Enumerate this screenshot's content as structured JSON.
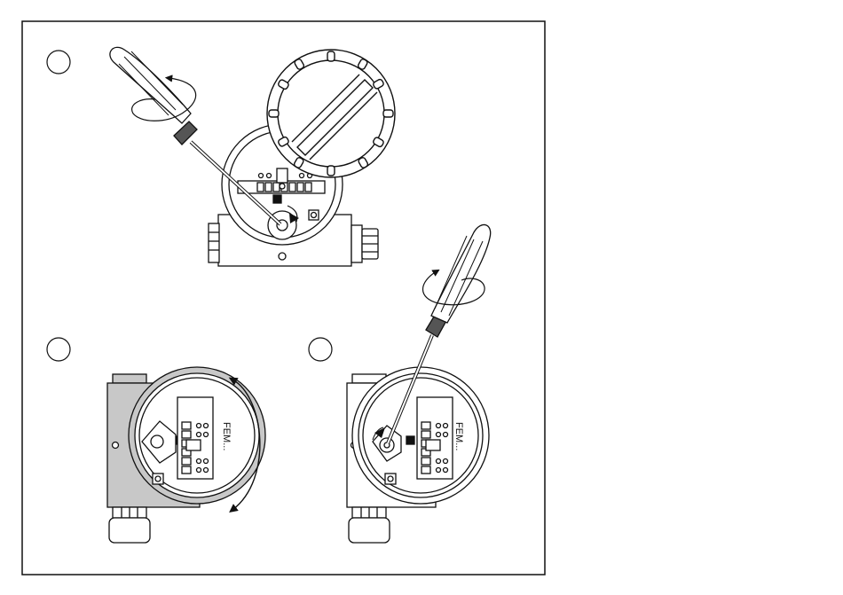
{
  "diagram": {
    "step_markers": [
      {
        "id": "step-1",
        "label": ""
      },
      {
        "id": "step-2",
        "label": ""
      },
      {
        "id": "step-3",
        "label": ""
      }
    ],
    "module_label": "FEM...",
    "colors": {
      "line": "#111111",
      "housing_shaded": "#c8c8c8",
      "housing_white": "#ffffff",
      "background": "#ffffff",
      "board": "#ffffff"
    },
    "icons": [
      "screwdriver-icon",
      "rotation-arrow-icon",
      "cover-icon",
      "terminal-block-icon",
      "cable-gland-icon"
    ]
  }
}
